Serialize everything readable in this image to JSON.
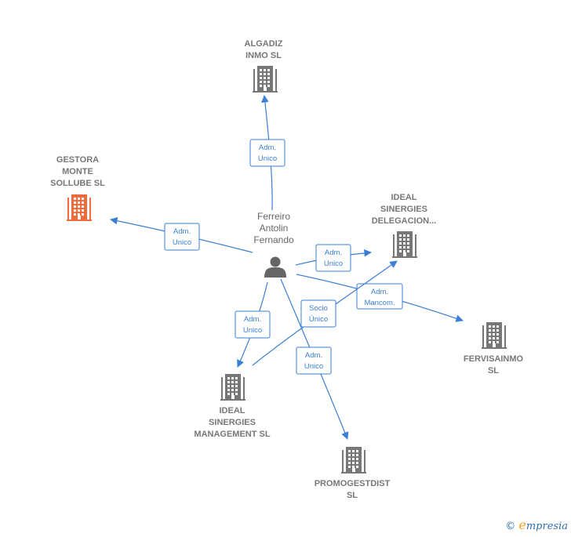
{
  "diagram": {
    "person": {
      "lines": [
        "Ferreiro",
        "Antolin",
        "Fernando"
      ],
      "icon": "person-icon"
    },
    "companies": [
      {
        "id": "algadiz",
        "lines": [
          "ALGADIZ",
          "INMO  SL"
        ],
        "color": "#777777",
        "icon": "building-icon"
      },
      {
        "id": "gestora",
        "lines": [
          "GESTORA",
          "MONTE",
          "SOLLUBE  SL"
        ],
        "color": "#f26b3a",
        "icon": "building-icon"
      },
      {
        "id": "ideal-delegacion",
        "lines": [
          "IDEAL",
          "SINERGIES",
          "DELEGACION..."
        ],
        "color": "#777777",
        "icon": "building-icon"
      },
      {
        "id": "fervisainmo",
        "lines": [
          "FERVISAINMO",
          "SL"
        ],
        "color": "#777777",
        "icon": "building-icon"
      },
      {
        "id": "ideal-management",
        "lines": [
          "IDEAL",
          "SINERGIES",
          "MANAGEMENT SL"
        ],
        "color": "#777777",
        "icon": "building-icon"
      },
      {
        "id": "promogestdist",
        "lines": [
          "PROMOGESTDIST",
          "SL"
        ],
        "color": "#777777",
        "icon": "building-icon"
      }
    ],
    "edges": [
      {
        "id": "e-algadiz",
        "lines": [
          "Adm.",
          "Unico"
        ]
      },
      {
        "id": "e-gestora",
        "lines": [
          "Adm.",
          "Unico"
        ]
      },
      {
        "id": "e-delegacion",
        "lines": [
          "Adm.",
          "Unico"
        ]
      },
      {
        "id": "e-fervisainmo",
        "lines": [
          "Adm.",
          "Mancom."
        ]
      },
      {
        "id": "e-management",
        "lines": [
          "Adm.",
          "Unico"
        ]
      },
      {
        "id": "e-socio",
        "lines": [
          "Socio",
          "Único"
        ]
      },
      {
        "id": "e-promogestdist",
        "lines": [
          "Adm.",
          "Unico"
        ]
      }
    ],
    "colors": {
      "edge": "#3a7fd5",
      "node": "#777777",
      "highlight": "#f26b3a"
    }
  },
  "footer": {
    "copyright": "©",
    "brand_initial": "e",
    "brand_rest": "mpresia"
  }
}
